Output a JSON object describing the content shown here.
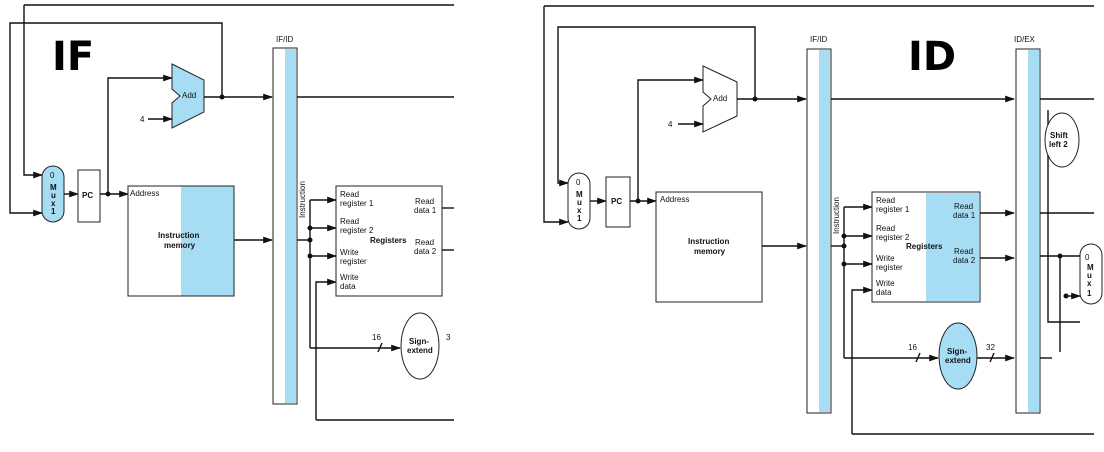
{
  "colors": {
    "pipe_fill": "#a6dcf4",
    "unit_fill": "#a6dcf4",
    "wire": "#111111",
    "white": "#ffffff"
  },
  "left": {
    "stage_title": "IF",
    "pipeline_register": "IF/ID",
    "add_label": "Add",
    "const_four": "4",
    "pc_label": "PC",
    "mux": [
      "0",
      "M",
      "u",
      "x",
      "1"
    ],
    "address_label": "Address",
    "imem_label": [
      "Instruction",
      "memory"
    ],
    "instruction_label": "Instruction",
    "reg_inputs": [
      [
        "Read",
        "register 1"
      ],
      [
        "Read",
        "register 2"
      ],
      [
        "Write",
        "register"
      ],
      [
        "Write",
        "data"
      ]
    ],
    "reg_outputs": [
      [
        "Read",
        "data 1"
      ],
      [
        "Read",
        "data 2"
      ]
    ],
    "registers_label": "Registers",
    "sign_extend": [
      "Sign-",
      "extend"
    ],
    "bits_in": "16",
    "bits_out": "3"
  },
  "right": {
    "stage_title": "ID",
    "pipeline_register_1": "IF/ID",
    "pipeline_register_2": "ID/EX",
    "add_label": "Add",
    "const_four": "4",
    "pc_label": "PC",
    "mux": [
      "0",
      "M",
      "u",
      "x",
      "1"
    ],
    "address_label": "Address",
    "imem_label": [
      "Instruction",
      "memory"
    ],
    "instruction_label": "Instruction",
    "reg_inputs": [
      [
        "Read",
        "register 1"
      ],
      [
        "Read",
        "register 2"
      ],
      [
        "Write",
        "register"
      ],
      [
        "Write",
        "data"
      ]
    ],
    "reg_outputs": [
      [
        "Read",
        "data 1"
      ],
      [
        "Read",
        "data 2"
      ]
    ],
    "registers_label": "Registers",
    "sign_extend": [
      "Sign-",
      "extend"
    ],
    "bits_in": "16",
    "bits_out": "32",
    "shift_left": [
      "Shift",
      "left 2"
    ],
    "mux_right": [
      "0",
      "M",
      "u",
      "x",
      "1"
    ]
  }
}
